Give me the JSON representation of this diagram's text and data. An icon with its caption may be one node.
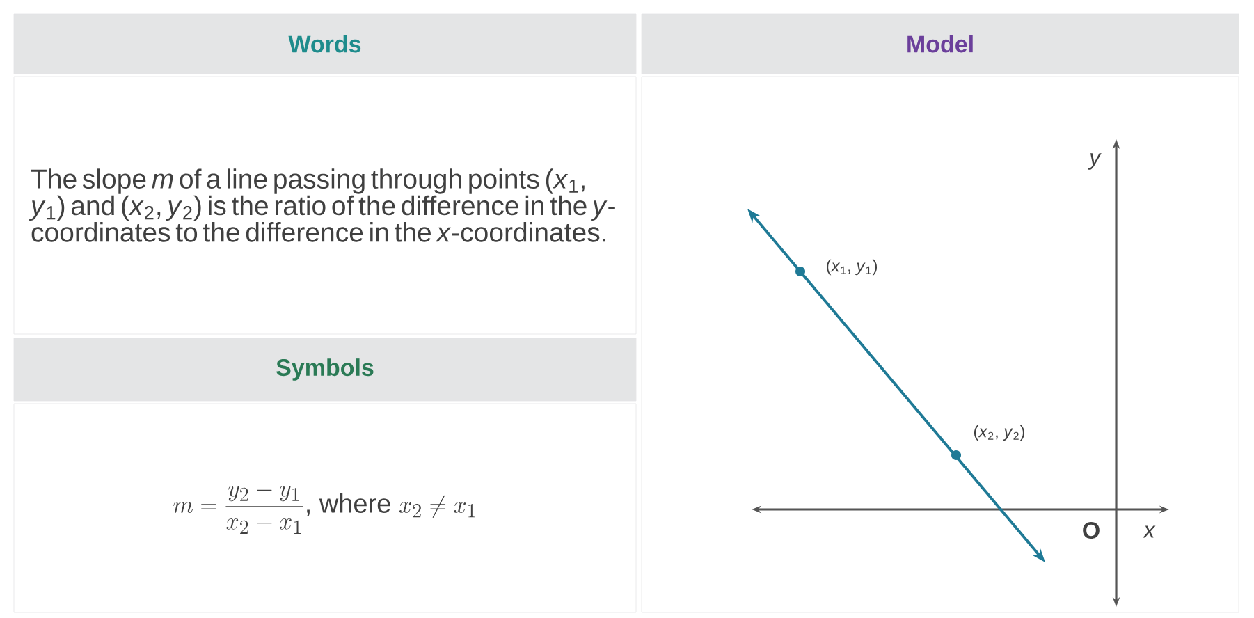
{
  "diagram": {
    "nodes": [
      {
        "text": [
          "Words"
        ]
      },
      {
        "text": [
          "Model"
        ]
      },
      {
        "text": [
          "The slope *m* of a line passing through points (*x*$_{1}$, *y*$_{1}$) and (*x*$_{2}$, *y*$_{2}$) is the ratio of the difference in the *y*-coordinates to the difference in the *x*-coordinates."
        ]
      },
      {
        "text": [
          "Symbols"
        ]
      },
      {
        "text": [
          "m = \\frac{y_2 - y_1}{x_2 - x_1}\\text{, where } x_2 \\neq x_1"
        ]
      }
    ],
    "labels": [
      "(*x*$_{1}$, *y*$_{1}$)",
      "(*x*$_{2}$, *y*$_{2}$)",
      "*y*",
      "O",
      "*x*"
    ]
  }
}
